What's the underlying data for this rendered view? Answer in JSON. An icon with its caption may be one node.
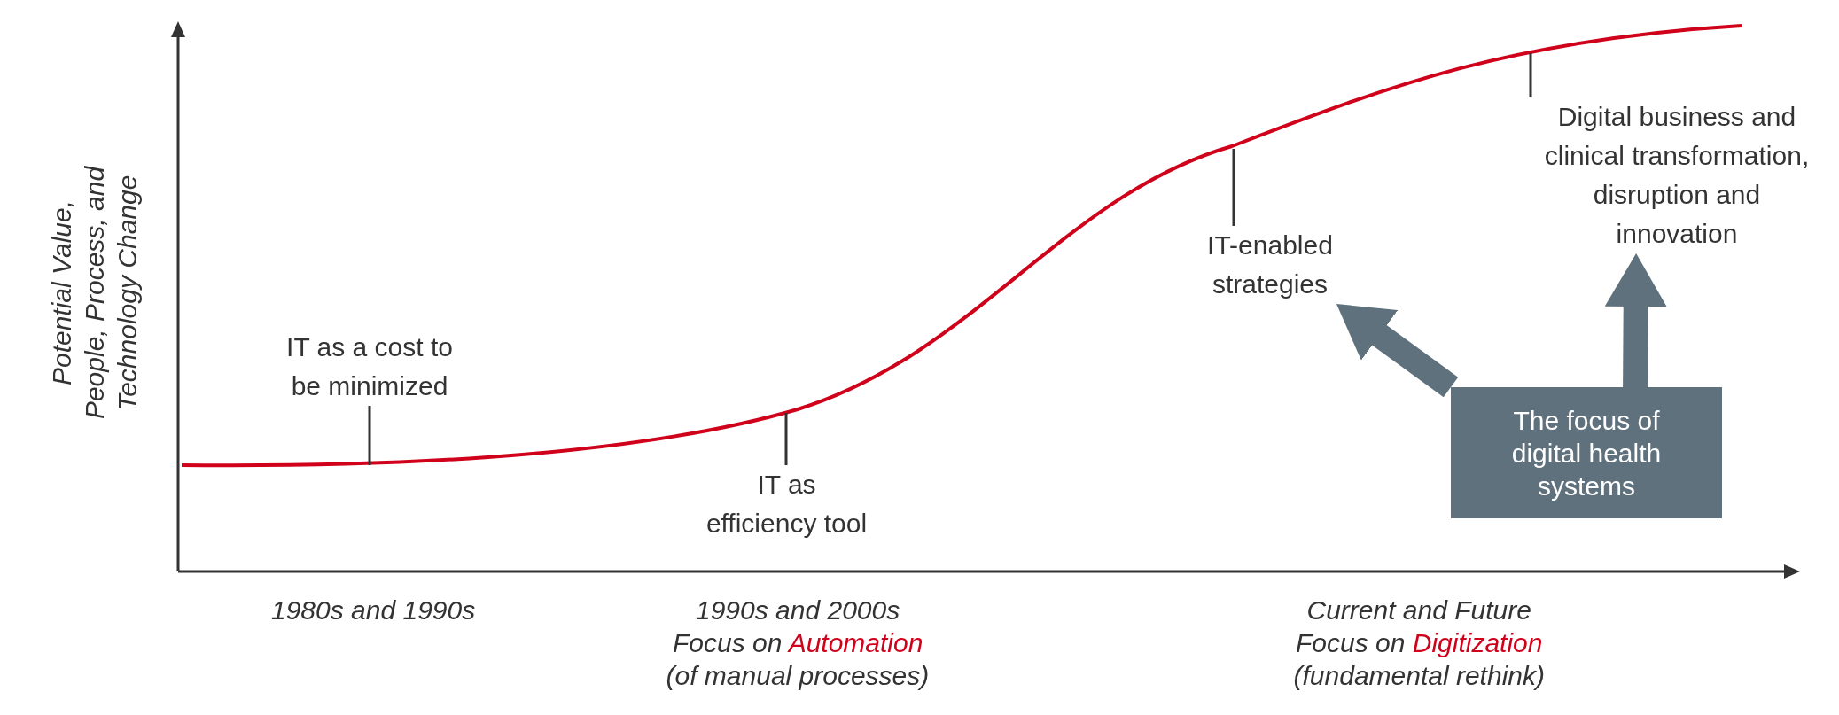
{
  "diagram": {
    "nodes": [
      {
        "text": [
          "IT as a cost to be minimized"
        ]
      },
      {
        "text": [
          "IT as efficiency tool"
        ]
      },
      {
        "text": [
          "IT-enabled strategies"
        ]
      },
      {
        "text": [
          "Digital business and clinical transformation, disruption and innovation"
        ]
      },
      {
        "text": [
          "The focus of digital health systems"
        ]
      }
    ],
    "edges": [
      {
        "from": 0,
        "to": null,
        "arrow": "none"
      },
      {
        "from": 1,
        "to": null,
        "arrow": "none"
      },
      {
        "from": 2,
        "to": null,
        "arrow": "none"
      },
      {
        "from": 3,
        "to": null,
        "arrow": "none"
      },
      {
        "from": 4,
        "to": 2,
        "arrow": "to",
        "style": "thick",
        "color": "#5f717d"
      },
      {
        "from": 4,
        "to": 3,
        "arrow": "to",
        "style": "thick",
        "color": "#5f717d"
      }
    ],
    "labels": [
      "Potential Value, People, Process, and Technology Change",
      "1980s and 1990s",
      "1990s and 2000s",
      "Focus on **Automation**",
      "(of manual processes)",
      "Current and Future",
      "Focus on **Digitization**",
      "(fundamental rethink)"
    ]
  }
}
